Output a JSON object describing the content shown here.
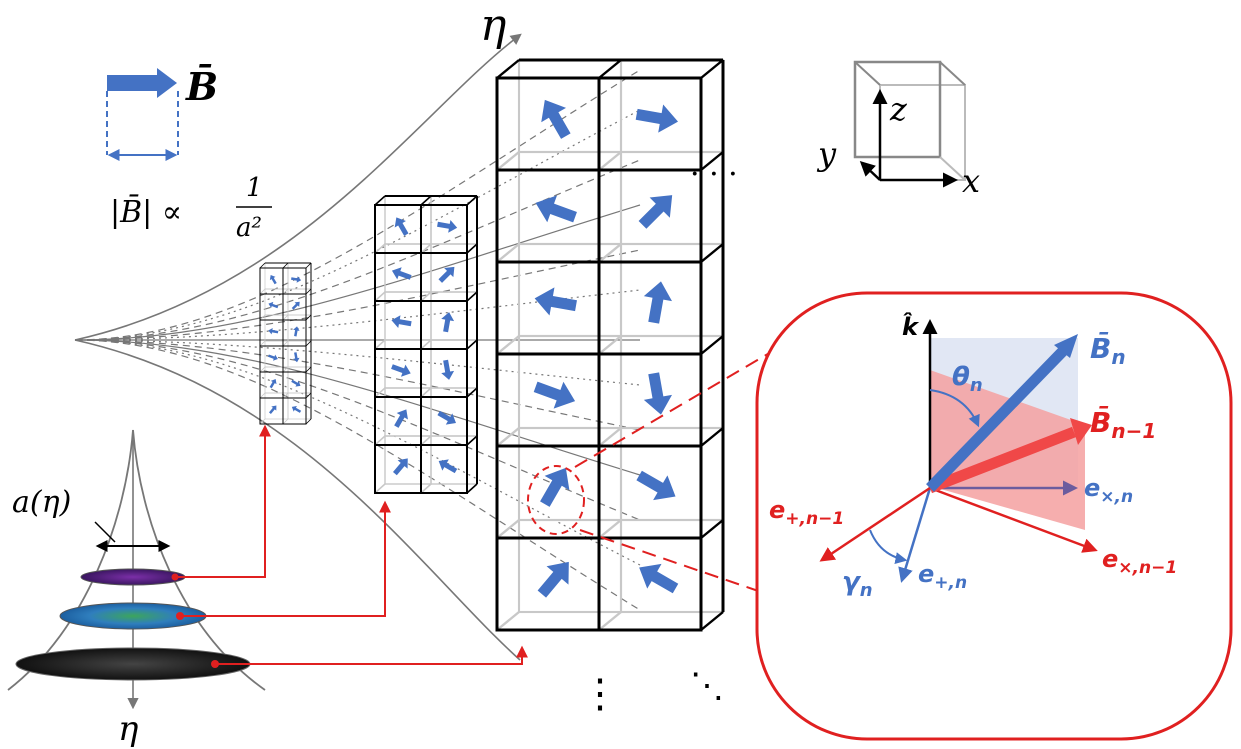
{
  "top_axis_label": "η",
  "bottom_axis_label": "η",
  "legend": {
    "symbol": "B̄",
    "magnitude_left": "|B̄| ∝",
    "magnitude_num": "1",
    "magnitude_den": "a²"
  },
  "axes_box": {
    "x": "x",
    "y": "y",
    "z": "z"
  },
  "ellipsis_right": "· · ·",
  "ellipsis_diag": "⋱",
  "ellipsis_down": "⋮",
  "scale_factor": "a(η)",
  "inset": {
    "k_hat": "k̂",
    "b_n_sym": "B̄",
    "b_n_sub": "n",
    "b_prev_sym": "B̄",
    "b_prev_sub": "n−1",
    "theta": "θ",
    "theta_sub": "n",
    "gamma": "γ",
    "gamma_sub": "n",
    "e_cross_n_sym": "e",
    "e_cross_n_sub": "×,n",
    "e_plus_n_sym": "e",
    "e_plus_n_sub": "+,n",
    "e_plus_prev_sym": "e",
    "e_plus_prev_sub": "+,n−1",
    "e_cross_prev_sym": "e",
    "e_cross_prev_sub": "×,n−1"
  },
  "colors": {
    "blue": "#4472C4",
    "red": "#E02020",
    "red_fill": "#F4A0A0",
    "blue_fill": "#DCE3F2",
    "grey": "#777777"
  }
}
